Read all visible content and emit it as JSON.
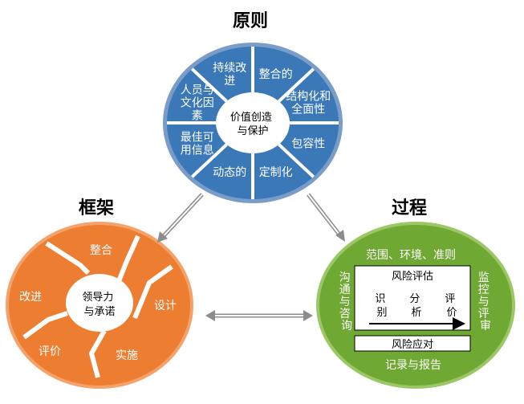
{
  "principles": {
    "title": "原则",
    "center": [
      "价值创造",
      "与保护"
    ],
    "items": [
      {
        "lines": [
          "整合的"
        ]
      },
      {
        "lines": [
          "结构化和",
          "全面性"
        ]
      },
      {
        "lines": [
          "包容性"
        ]
      },
      {
        "lines": [
          "定制化"
        ]
      },
      {
        "lines": [
          "动态的"
        ]
      },
      {
        "lines": [
          "最佳可",
          "用信息"
        ]
      },
      {
        "lines": [
          "人员与",
          "文化因",
          "素"
        ]
      },
      {
        "lines": [
          "持续改",
          "进"
        ]
      }
    ]
  },
  "framework": {
    "title": "框架",
    "center": [
      "领导力",
      "与承诺"
    ],
    "items": [
      "整合",
      "设计",
      "实施",
      "评价",
      "改进"
    ]
  },
  "process": {
    "title": "过程",
    "top": "范围、环境、准则",
    "left": [
      "沟",
      "通",
      "与",
      "咨",
      "询"
    ],
    "right": [
      "监",
      "控",
      "与",
      "评",
      "审"
    ],
    "assessment": {
      "title": "风险评估",
      "steps": [
        [
          "识",
          "别"
        ],
        [
          "分",
          "析"
        ],
        [
          "评",
          "价"
        ]
      ]
    },
    "treatment": "风险应对",
    "bottom": "记录与报告"
  },
  "colors": {
    "principles_fill": "#3a78b8",
    "framework_fill": "#ed7d31",
    "process_fill": "#6fa833",
    "line": "#ffffff",
    "arrow": "#808080"
  }
}
